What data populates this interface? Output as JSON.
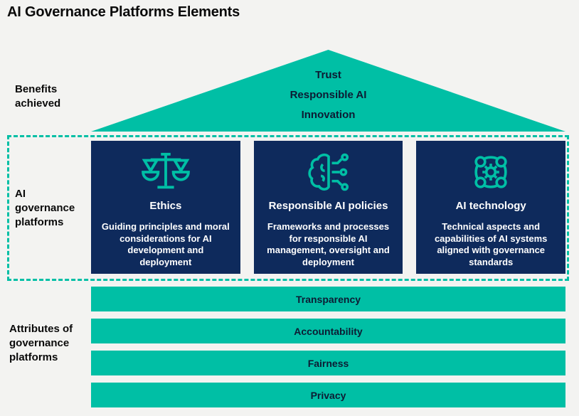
{
  "page": {
    "title": "AI Governance Platforms Elements"
  },
  "colors": {
    "teal_accent": "#00bfa5",
    "navy_card": "#0e2a5c",
    "background": "#f3f3f1",
    "dark_text": "#0d1b33"
  },
  "side_labels": {
    "benefits": "Benefits\nachieved",
    "governance": "AI\ngovernance\nplatforms",
    "attributes": "Attributes of\ngovernance\nplatforms"
  },
  "pyramid": {
    "lines": [
      "Trust",
      "Responsible AI",
      "Innovation"
    ]
  },
  "cards": [
    {
      "icon": "scales-icon",
      "title": "Ethics",
      "description": "Guiding principles and moral considerations for AI development and deployment"
    },
    {
      "icon": "brain-circuit-icon",
      "title": "Responsible AI policies",
      "description": "Frameworks and processes for responsible AI management, oversight and deployment"
    },
    {
      "icon": "gear-network-icon",
      "title": "AI technology",
      "description": "Technical aspects and capabilities of AI systems aligned with governance standards"
    }
  ],
  "attribute_bars": [
    "Transparency",
    "Accountability",
    "Fairness",
    "Privacy"
  ]
}
